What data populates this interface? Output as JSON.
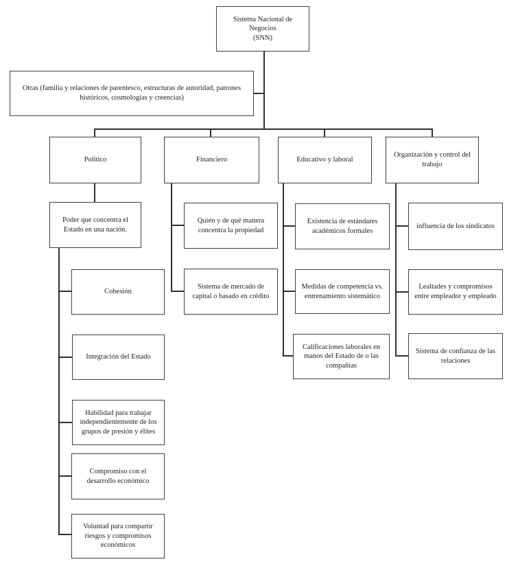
{
  "diagram": {
    "title": "Sistema Nacional de Negocios (SNN)",
    "root": {
      "line1": "Sistema Nacional de Negocios",
      "line2": "(SNN)"
    },
    "context_box": "Otras (familia y relaciones de parentesco, estructuras de autoridad, patrones históricos, cosmologías y creencias)",
    "branches": [
      {
        "label": "Político",
        "primary_child": "Poder que concentra el Estado en una nación.",
        "children": [
          "Cohesión",
          "Integración del Estado",
          "Habilidad para trabajar independientemente de los grupos de presión y élites",
          "Compromiso con el desarrollo económico",
          "Voluntad para compartir riesgos y compromisos económicos"
        ]
      },
      {
        "label": "Financiero",
        "children": [
          "Quién y de qué manera concentra la propiedad",
          "Sistema de mercado de capital o basado en crédito"
        ]
      },
      {
        "label": "Educativo y laboral",
        "children": [
          "Existencia de estándares académicos formales",
          "Medidas de competencia vs. entrenamiento sistemático",
          "Calificaciones laborales en manos del Estado de o las compañías"
        ]
      },
      {
        "label": "Organización y control del trabajo",
        "children": [
          "influencia de los sindicatos",
          "Lealtades y compromisos entre empleador y empleado",
          "Sistema de confianza de las relaciones"
        ]
      }
    ],
    "colors": {
      "background": "#ffffff",
      "box_border": "#3e3e3e",
      "connector": "#2e2e2e",
      "text": "#1c1c1c"
    }
  }
}
